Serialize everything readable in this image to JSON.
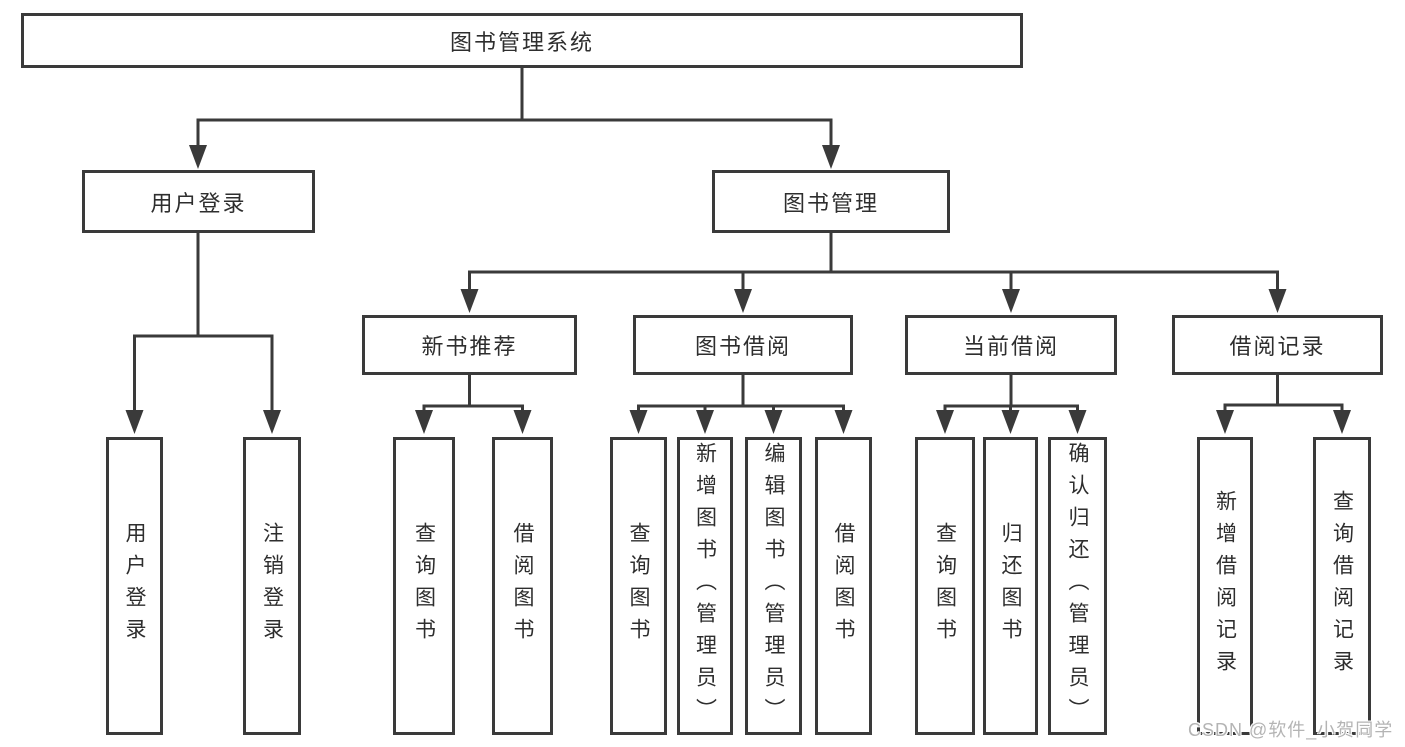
{
  "tree": {
    "root": {
      "label": "图书管理系统",
      "children": [
        {
          "label": "用户登录",
          "children": [
            {
              "label": "用户登录"
            },
            {
              "label": "注销登录"
            }
          ]
        },
        {
          "label": "图书管理",
          "children": [
            {
              "label": "新书推荐",
              "children": [
                {
                  "label": "查询图书"
                },
                {
                  "label": "借阅图书"
                }
              ]
            },
            {
              "label": "图书借阅",
              "children": [
                {
                  "label": "查询图书"
                },
                {
                  "label": "新增图书（管理员）"
                },
                {
                  "label": "编辑图书（管理员）"
                },
                {
                  "label": "借阅图书"
                }
              ]
            },
            {
              "label": "当前借阅",
              "children": [
                {
                  "label": "查询图书"
                },
                {
                  "label": "归还图书"
                },
                {
                  "label": "确认归还（管理员）"
                }
              ]
            },
            {
              "label": "借阅记录",
              "children": [
                {
                  "label": "新增借阅记录"
                },
                {
                  "label": "查询借阅记录"
                }
              ]
            }
          ]
        }
      ]
    }
  },
  "watermark": "CSDN @软件_小贺同学",
  "colors": {
    "line": "#3a3a3a",
    "text": "#2e2e2e",
    "watermark": "#b4b4b4",
    "background": "#ffffff"
  }
}
